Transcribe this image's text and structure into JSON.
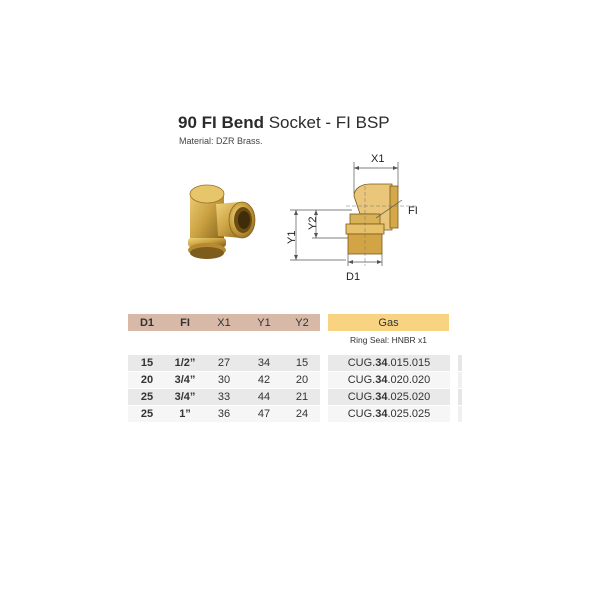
{
  "product": {
    "title_bold": "90 FI Bend",
    "title_rest": " Socket - FI BSP",
    "material": "Material: DZR Brass."
  },
  "drawing": {
    "labels": {
      "x1": "X1",
      "fi": "FI",
      "y1": "Y1",
      "y2": "Y2",
      "d1": "D1"
    }
  },
  "table": {
    "headers": {
      "d1": "D1",
      "fi": "FI",
      "x1": "X1",
      "y1": "Y1",
      "y2": "Y2",
      "gas": "Gas"
    },
    "ring_seal": "Ring Seal: HNBR x1",
    "rows": [
      {
        "d1": "15",
        "fi": "1/2”",
        "x1": "27",
        "y1": "34",
        "y2": "15",
        "code_prefix": "CUG.",
        "code_bold": "34",
        "code_suffix": ".015.015"
      },
      {
        "d1": "20",
        "fi": "3/4”",
        "x1": "30",
        "y1": "42",
        "y2": "20",
        "code_prefix": "CUG.",
        "code_bold": "34",
        "code_suffix": ".020.020"
      },
      {
        "d1": "25",
        "fi": "3/4”",
        "x1": "33",
        "y1": "44",
        "y2": "21",
        "code_prefix": "CUG.",
        "code_bold": "34",
        "code_suffix": ".025.020"
      },
      {
        "d1": "25",
        "fi": "1”",
        "x1": "36",
        "y1": "47",
        "y2": "24",
        "code_prefix": "CUG.",
        "code_bold": "34",
        "code_suffix": ".025.025"
      }
    ]
  },
  "colors": {
    "header_left": "#d8b9a8",
    "header_gas": "#f8d382",
    "brass": "#c9a040"
  }
}
